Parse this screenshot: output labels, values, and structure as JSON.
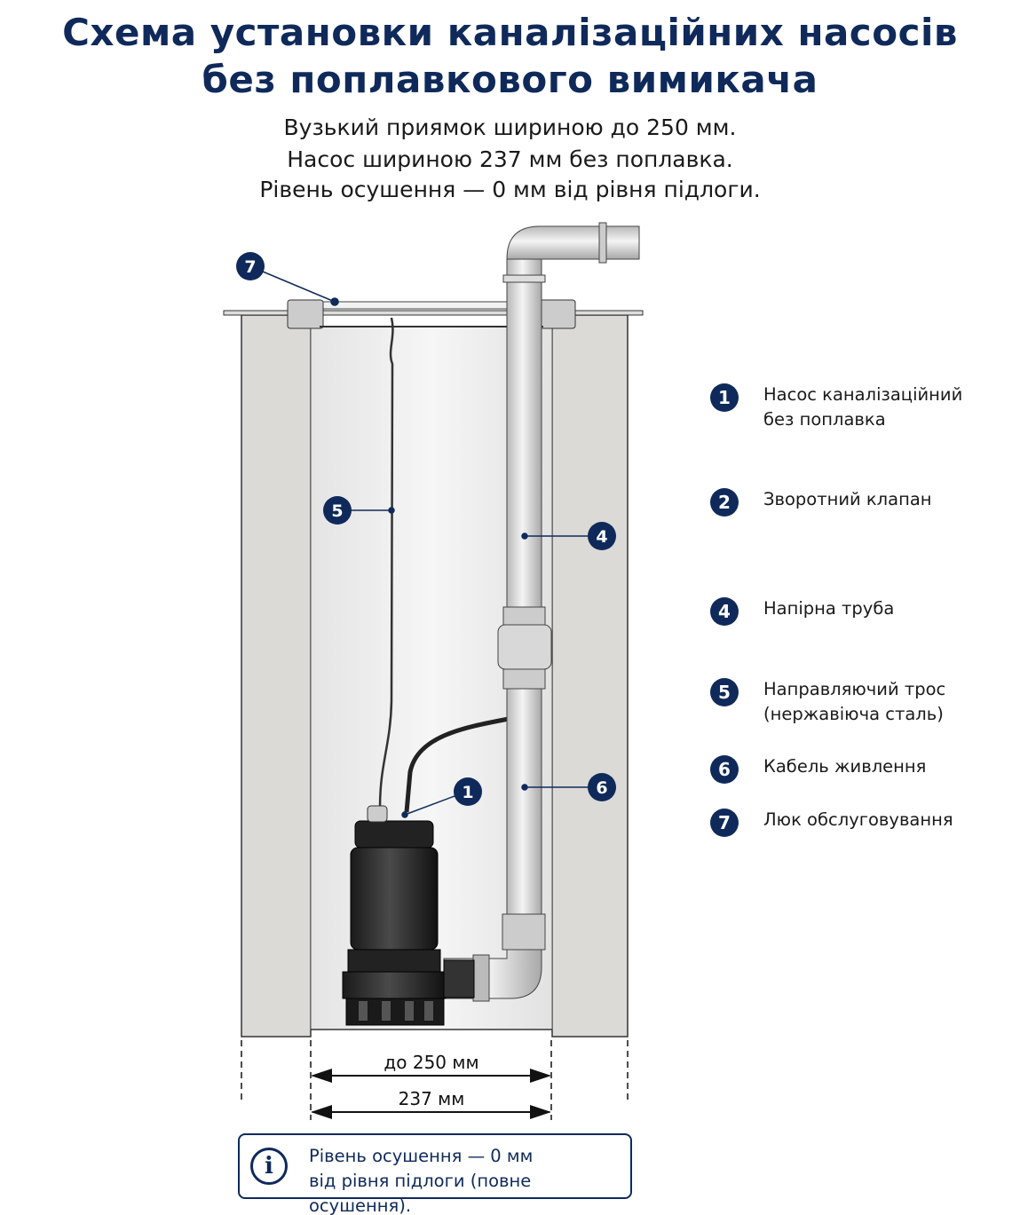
{
  "title": {
    "line1": "Схема установки каналізаційних насосів",
    "line2": "без поплавкового вимикача"
  },
  "subtitle": {
    "line1": "Вузький приямок шириною до 250 мм.",
    "line2": "Насос шириною 237 мм без поплавка.",
    "line3": "Рівень осушення — 0 мм від рівня підлоги."
  },
  "callouts": [
    "7",
    "5",
    "4",
    "6",
    "1"
  ],
  "legend": [
    {
      "num": "1",
      "line1": "Насос каналізаційний",
      "line2": "без поплавка"
    },
    {
      "num": "2",
      "line1": "Зворотний клапан"
    },
    {
      "num": "4",
      "line1": "Напірна труба"
    },
    {
      "num": "5",
      "line1": "Направляючий трос",
      "line2": "(нержавіюча сталь)"
    },
    {
      "num": "6",
      "line1": "Кабель живлення"
    },
    {
      "num": "7",
      "line1": "Люк обслуговування"
    }
  ],
  "dimensions": {
    "pit_width": "до 250 мм",
    "pump_width": "237 мм"
  },
  "info": {
    "icon": "info-icon",
    "line1": "Рівень осушення — 0 мм",
    "line2": "від рівня підлоги (повне осушення)."
  },
  "colors": {
    "accent": "#0f2a5a"
  }
}
